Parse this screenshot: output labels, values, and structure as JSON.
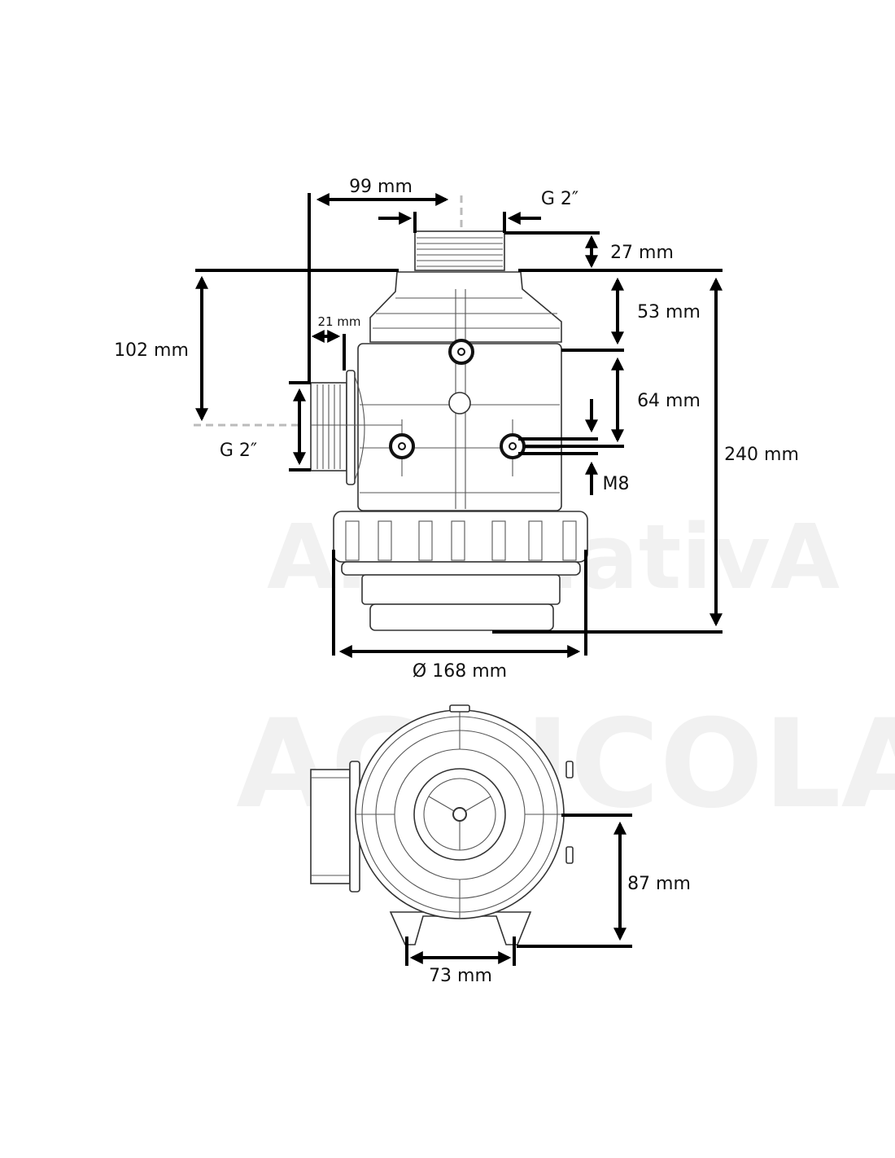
{
  "watermark": {
    "line1": "AlternativA",
    "line2": "AGRICOLA"
  },
  "dimensions": {
    "outlet_offset": "99 mm",
    "outlet_thread": "G 2″",
    "outlet_height": "27 mm",
    "inlet_height": "102 mm",
    "inlet_thread": "G 2″",
    "inlet_length": "21 mm",
    "shoulder_height": "53 mm",
    "mount_height": "64 mm",
    "mount_bolt": "M8",
    "total_height": "240 mm",
    "diameter": "Ø 168 mm",
    "bottom_height": "87 mm",
    "bottom_width": "73 mm"
  }
}
